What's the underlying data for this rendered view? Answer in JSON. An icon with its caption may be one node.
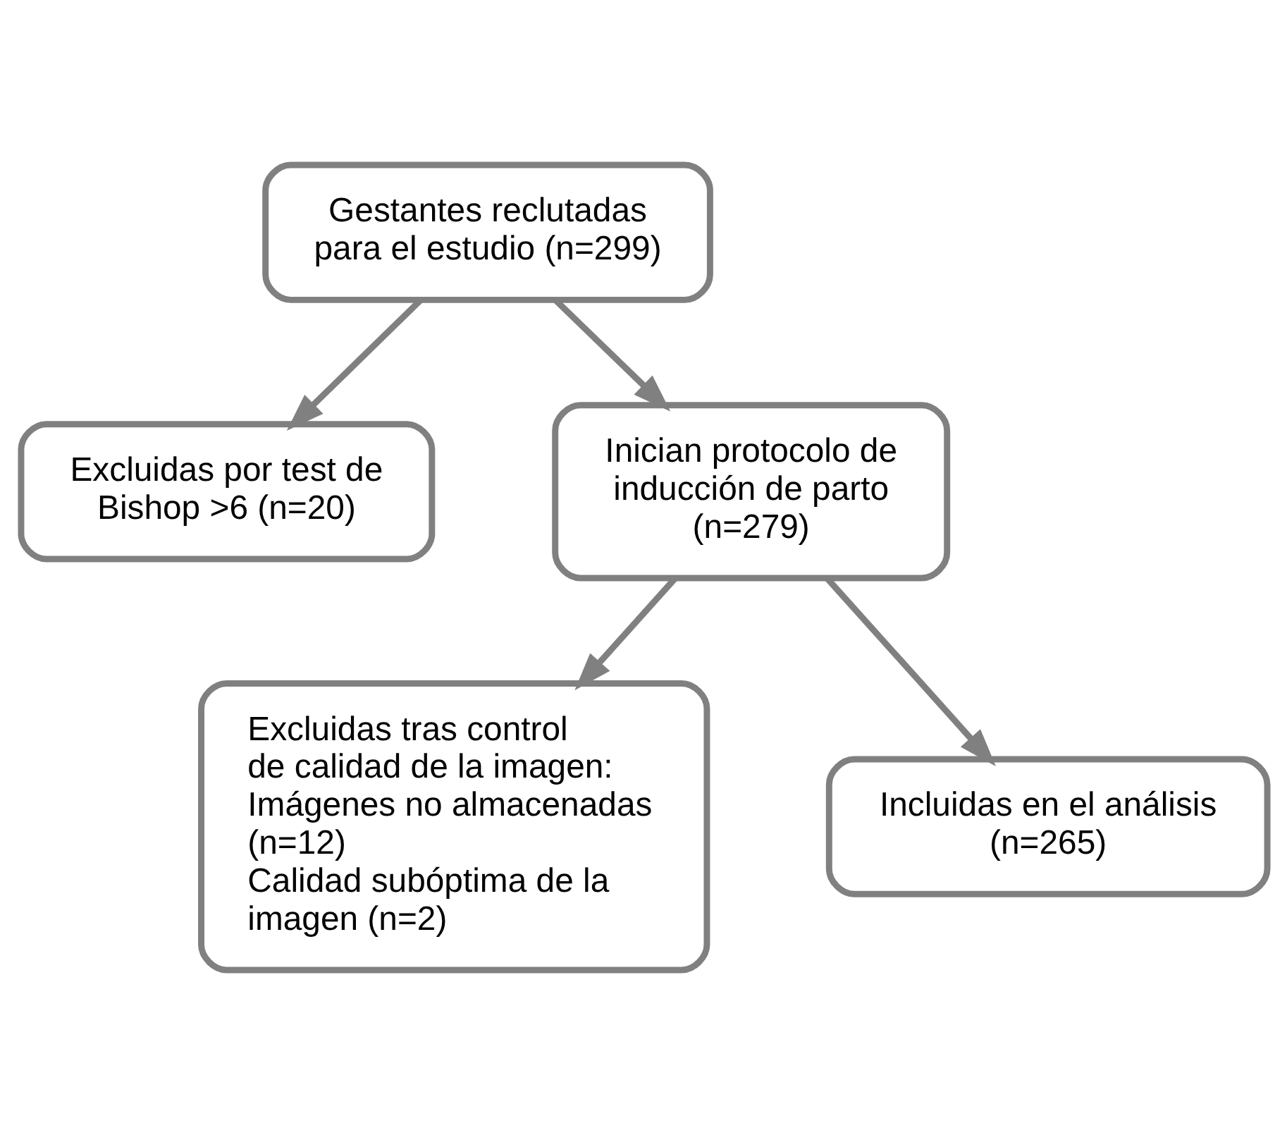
{
  "diagram": {
    "nodes": [
      {
        "text": [
          "Gestantes reclutadas para el estudio (n=299)"
        ]
      },
      {
        "text": [
          "Excluidas por test de Bishop >6 (n=20)"
        ]
      },
      {
        "text": [
          "Inician protocolo de inducción de parto (n=279)"
        ]
      },
      {
        "text": [
          "Excluidas tras control de calidad de la imagen:",
          "Imágenes no almacenadas (n=12)",
          "Calidad subóptima de la imagen (n=2)"
        ]
      },
      {
        "text": [
          "Incluidas en el análisis (n=265)"
        ]
      }
    ],
    "edges": [
      {
        "from": 0,
        "to": 2,
        "arrow": "to"
      },
      {
        "from": 0,
        "to": 1,
        "arrow": "to"
      },
      {
        "from": 2,
        "to": 4,
        "arrow": "to"
      },
      {
        "from": 2,
        "to": 3,
        "arrow": "to"
      }
    ]
  }
}
